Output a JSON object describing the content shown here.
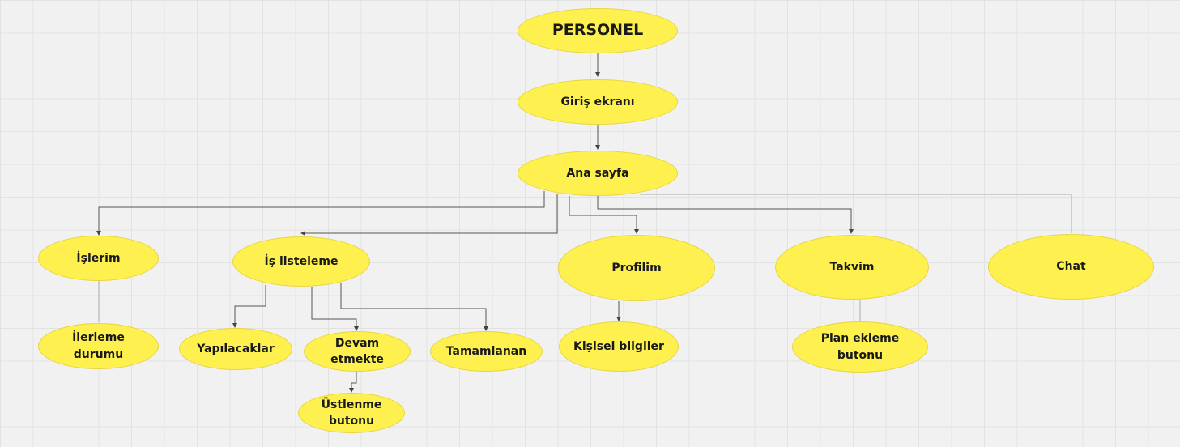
{
  "diagram": {
    "personel": "PERSONEL",
    "giris_ekrani": "Giriş ekranı",
    "ana_sayfa": "Ana sayfa",
    "islerim": "İşlerim",
    "is_listeleme": "İş listeleme",
    "profilim": "Profilim",
    "takvim": "Takvim",
    "chat": "Chat",
    "ilerleme_durumu": "İlerleme\ndurumu",
    "yapilacaklar": "Yapılacaklar",
    "devam_etmekte": "Devam\netmekte",
    "tamamlanan": "Tamamlanan",
    "ustlenme_butonu": "Üstlenme\nbutonu",
    "kisisel_bilgiler": "Kişisel bilgiler",
    "plan_ekleme_butonu": "Plan ekleme\nbutonu"
  },
  "colors": {
    "node_fill": "#fdf04f",
    "edge": "#555555",
    "edge_light": "#aaaaaa"
  }
}
